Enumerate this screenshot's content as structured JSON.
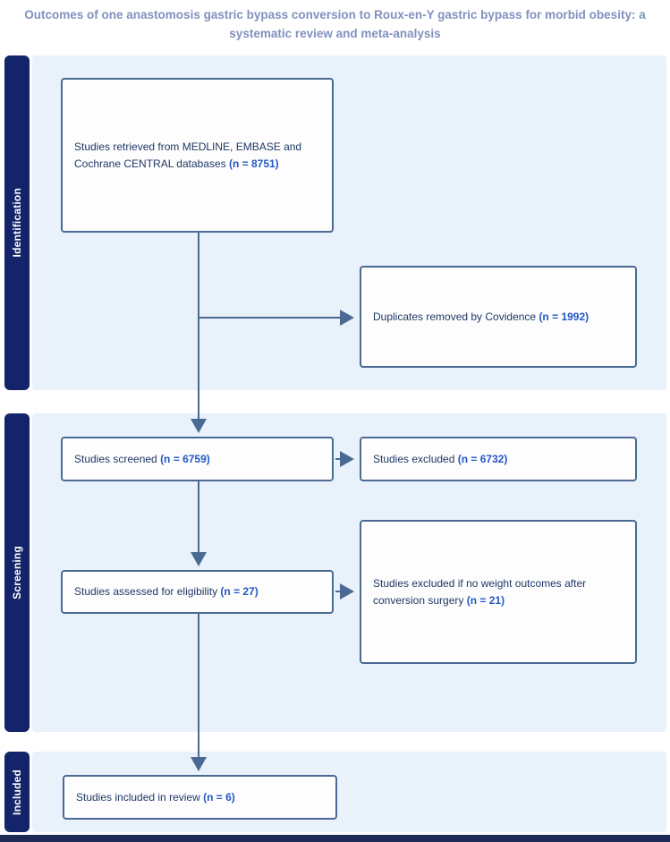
{
  "title": "Outcomes of one anastomosis gastric bypass conversion to Roux-en-Y gastric bypass for morbid obesity: a systematic review and meta-analysis",
  "sections": [
    {
      "label": "Identification"
    },
    {
      "label": "Screening"
    },
    {
      "label": "Included"
    }
  ],
  "boxes": {
    "retrieved": {
      "label": "Studies retrieved from MEDLINE, EMBASE and Cochrane CENTRAL databases ",
      "count": "(n = 8751)"
    },
    "duplicates": {
      "label": "Duplicates removed by Covidence ",
      "count": "(n = 1992)"
    },
    "screened": {
      "label": "Studies screened ",
      "count": "(n = 6759)"
    },
    "excluded": {
      "label": "Studies excluded ",
      "count": "(n = 6732)"
    },
    "assessed": {
      "label": "Studies assessed for eligibility ",
      "count": "(n = 27)"
    },
    "excluded_no_weight": {
      "label": "Studies excluded if no weight outcomes after conversion surgery ",
      "count": "(n = 21)"
    },
    "included": {
      "label": "Studies included in review ",
      "count": "(n = 6)"
    }
  },
  "colors": {
    "sidebar_navy": "#14246a",
    "panel_light_blue": "#e9f1fb",
    "box_border": "#4a6a93",
    "arrow": "#4a6a93",
    "body_text": "#1f3864",
    "count_accent": "#2457c5",
    "title_text": "#8191bf",
    "bottom_bar": "#1d2a56"
  }
}
